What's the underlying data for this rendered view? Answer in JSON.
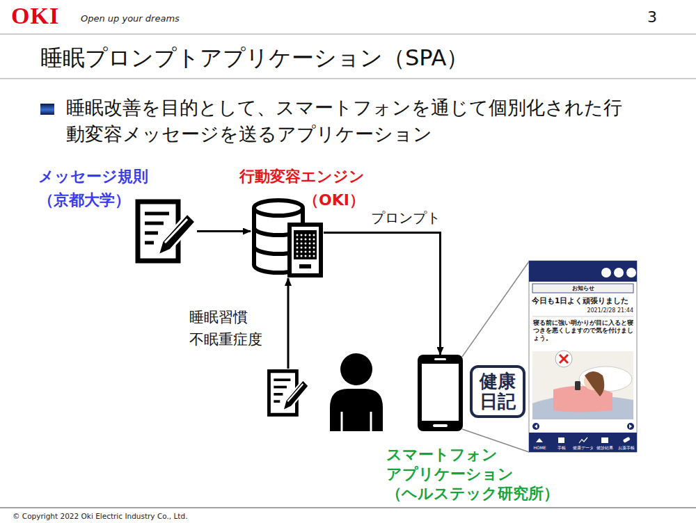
{
  "diagram": {
    "title": "睡眠プロンプトアプリケーション（SPA）",
    "nodes": [
      {
        "text": [
          "メッセージ規則 （京都大学）"
        ]
      },
      {
        "text": [
          "行動変容エンジン （OKI）"
        ]
      },
      {
        "text": []
      },
      {
        "text": [
          "スマートフォン アプリケーション （ヘルステック研究所）"
        ]
      },
      {
        "text": [
          "健康 日記"
        ]
      }
    ],
    "edges": [
      {
        "from": 0,
        "to": 1,
        "arrow": "to"
      },
      {
        "from": 1,
        "to": 3,
        "label": "プロンプト",
        "arrow": "to"
      },
      {
        "from": 2,
        "to": 1,
        "label": "睡眠習慣 不眠重症度",
        "arrow": "to"
      }
    ],
    "labels": [
      "OKI",
      "Open up your dreams",
      "3",
      "睡眠改善を目的として、スマートフォンを通じて個別化された行動変容メッセージを送るアプリケーション",
      "お知らせ",
      "今日も1日よく頑張りました",
      "2021/2/28 21:44",
      "寝る前に強い明かりが目に入ると寝つきを悪くしますので気を付けましょう。",
      "HOME",
      "手帳",
      "健康データ",
      "健診結果",
      "お薬手帳",
      "© Copyright 2022 Oki Electric Industry Co., Ltd."
    ]
  }
}
